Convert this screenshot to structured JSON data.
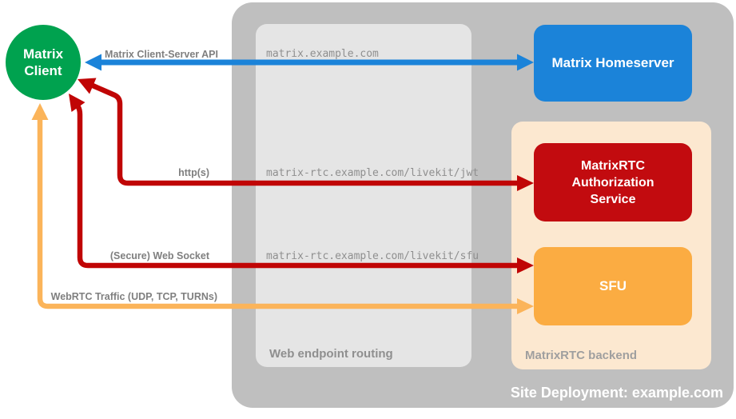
{
  "colors": {
    "page_background": "#ffffff",
    "site_container": "#bfbfbf",
    "routing_container": "#e5e5e5",
    "backend_container": "#fce8d0",
    "client_node": "#00a24f",
    "homeserver_node": "#1b83d9",
    "auth_node": "#c20b0f",
    "sfu_node": "#fbac42",
    "arrow_blue": "#1b83d9",
    "arrow_red": "#c00505",
    "arrow_orange": "#fbb45a",
    "arrow_label_text": "#7f7f7f",
    "endpoint_text": "#8f8f8f",
    "node_text": "#ffffff",
    "site_caption_text": "#ffffff"
  },
  "nodes": {
    "matrix_client": {
      "label": "Matrix Client"
    },
    "matrix_homeserver": {
      "label": "Matrix Homeserver"
    },
    "matrixrtc_authorization_service": {
      "label": "MatrixRTC Authorization Service"
    },
    "sfu": {
      "label": "SFU"
    }
  },
  "containers": {
    "site_deployment": {
      "caption": "Site Deployment: example.com"
    },
    "web_endpoint_routing": {
      "caption": "Web endpoint routing"
    },
    "matrixrtc_backend": {
      "caption": "MatrixRTC backend"
    }
  },
  "endpoints": {
    "homeserver": "matrix.example.com",
    "livekit_jwt": "matrix-rtc.example.com/livekit/jwt",
    "livekit_sfu": "matrix-rtc.example.com/livekit/sfu"
  },
  "connections": {
    "client_server_api": {
      "label": "Matrix Client-Server API",
      "from": "Matrix Client",
      "to": "Matrix Homeserver",
      "color": "#1b83d9",
      "bidirectional": true
    },
    "https_jwt": {
      "label": "http(s)",
      "from": "Matrix Client",
      "to": "MatrixRTC Authorization Service",
      "color": "#c00505",
      "bidirectional": true
    },
    "secure_web_socket": {
      "label": "(Secure) Web Socket",
      "from": "Matrix Client",
      "to": "SFU",
      "color": "#c00505",
      "bidirectional": true
    },
    "webrtc_traffic": {
      "label": "WebRTC Traffic (UDP, TCP, TURNs)",
      "from": "Matrix Client",
      "to": "SFU",
      "color": "#fbb45a",
      "bidirectional": true
    }
  }
}
